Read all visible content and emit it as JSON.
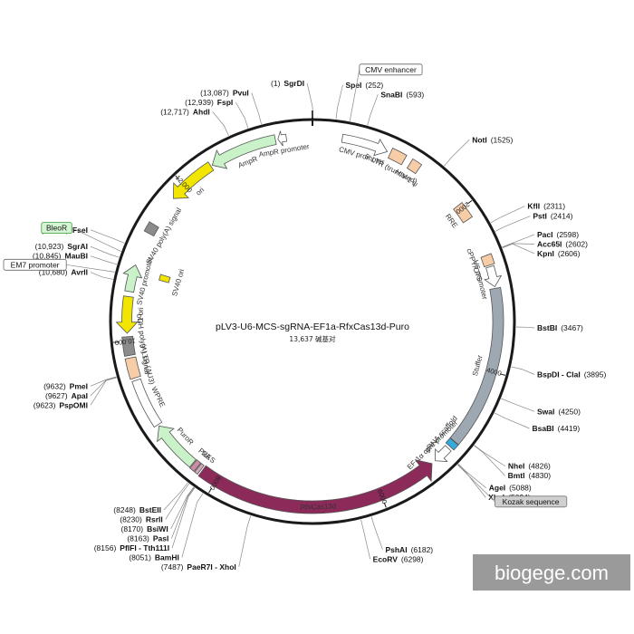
{
  "plasmid": {
    "name": "pLV3-U6-MCS-sgRNA-EF1a-RfxCas13d-Puro",
    "size_label": "13,637 碱基对",
    "total_bp": 13637
  },
  "watermark": "biogege.com",
  "colors": {
    "backbone": "#1a1a1a",
    "rfxcas13d": "#8c2a5a",
    "ampr": "#c9f2c9",
    "puror": "#c9f2c9",
    "stuffer": "#9ea8b3",
    "ori": "#f2e600",
    "promoter": "#ffffff",
    "ltr_box": "#f7cda8",
    "grey_box": "#8c8c8c",
    "scaffold": "#33aadd"
  },
  "ticks": [
    {
      "bp": 2000,
      "label": "2000"
    },
    {
      "bp": 4000,
      "label": "4000"
    },
    {
      "bp": 6000,
      "label": "6000"
    },
    {
      "bp": 8000,
      "label": "8000"
    },
    {
      "bp": 10000,
      "label": "10,000"
    },
    {
      "bp": 12000,
      "label": "12,000"
    }
  ],
  "sites": [
    {
      "name": "SgrDI",
      "pos": "(1)",
      "bp": 1,
      "side": "left"
    },
    {
      "name": "SpeI",
      "pos": "(252)",
      "bp": 252,
      "side": "right"
    },
    {
      "name": "SnaBI",
      "pos": "(593)",
      "bp": 593,
      "side": "right"
    },
    {
      "name": "NotI",
      "pos": "(1525)",
      "bp": 1525,
      "side": "right"
    },
    {
      "name": "KflI",
      "pos": "(2311)",
      "bp": 2311,
      "side": "right"
    },
    {
      "name": "PstI",
      "pos": "(2414)",
      "bp": 2414,
      "side": "right"
    },
    {
      "name": "PacI",
      "pos": "(2598)",
      "bp": 2598,
      "side": "right"
    },
    {
      "name": "Acc65I",
      "pos": "(2602)",
      "bp": 2602,
      "side": "right"
    },
    {
      "name": "KpnI",
      "pos": "(2606)",
      "bp": 2606,
      "side": "right"
    },
    {
      "name": "BstBI",
      "pos": "(3467)",
      "bp": 3467,
      "side": "right"
    },
    {
      "name": "BspDI - ClaI",
      "pos": "(3895)",
      "bp": 3895,
      "side": "right"
    },
    {
      "name": "SwaI",
      "pos": "(4250)",
      "bp": 4250,
      "side": "right"
    },
    {
      "name": "BsaBI",
      "pos": "(4419)",
      "bp": 4419,
      "side": "right"
    },
    {
      "name": "NheI",
      "pos": "(4826)",
      "bp": 4826,
      "side": "right"
    },
    {
      "name": "BmtI",
      "pos": "(4830)",
      "bp": 4830,
      "side": "right"
    },
    {
      "name": "AgeI",
      "pos": "(5088)",
      "bp": 5088,
      "side": "right"
    },
    {
      "name": "XbaI",
      "pos": "(5094)",
      "bp": 5094,
      "side": "right"
    },
    {
      "name": "PshAI",
      "pos": "(6182)",
      "bp": 6182,
      "side": "right"
    },
    {
      "name": "EcoRV",
      "pos": "(6298)",
      "bp": 6298,
      "side": "right"
    },
    {
      "name": "PaeR7I - XhoI",
      "pos": "(7487)",
      "bp": 7487,
      "side": "left"
    },
    {
      "name": "BamHI",
      "pos": "(8051)",
      "bp": 8051,
      "side": "left"
    },
    {
      "name": "PflFI - Tth111I",
      "pos": "(8156)",
      "bp": 8156,
      "side": "left"
    },
    {
      "name": "PasI",
      "pos": "(8163)",
      "bp": 8163,
      "side": "left"
    },
    {
      "name": "BsiWI",
      "pos": "(8170)",
      "bp": 8170,
      "side": "left"
    },
    {
      "name": "RsrII",
      "pos": "(8230)",
      "bp": 8230,
      "side": "left"
    },
    {
      "name": "BstEII",
      "pos": "(8248)",
      "bp": 8248,
      "side": "left"
    },
    {
      "name": "PspOMI",
      "pos": "(9623)",
      "bp": 9623,
      "side": "left"
    },
    {
      "name": "ApaI",
      "pos": "(9627)",
      "bp": 9627,
      "side": "left"
    },
    {
      "name": "PmeI",
      "pos": "(9632)",
      "bp": 9632,
      "side": "left"
    },
    {
      "name": "AvrII",
      "pos": "(10,680)",
      "bp": 10680,
      "side": "left"
    },
    {
      "name": "MauBI",
      "pos": "(10,845)",
      "bp": 10845,
      "side": "left"
    },
    {
      "name": "SgrAI",
      "pos": "(10,923)",
      "bp": 10923,
      "side": "left"
    },
    {
      "name": "FseI",
      "pos": "(11,085)",
      "bp": 11085,
      "side": "left"
    },
    {
      "name": "AhdI",
      "pos": "(12,717)",
      "bp": 12717,
      "side": "left"
    },
    {
      "name": "FspI",
      "pos": "(12,939)",
      "bp": 12939,
      "side": "left"
    },
    {
      "name": "PvuI",
      "pos": "(13,087)",
      "bp": 13087,
      "side": "left"
    }
  ],
  "boxed_labels": [
    {
      "text": "CMV enhancer",
      "bp": 400,
      "style": "white"
    },
    {
      "text": "BleoR",
      "bp": 10990,
      "style": "green"
    },
    {
      "text": "EM7 promoter",
      "bp": 10760,
      "style": "white"
    },
    {
      "text": "Kozak sequence",
      "bp": 5100,
      "style": "grey"
    }
  ],
  "features": [
    {
      "label": "AmpR",
      "start": 12400,
      "end": 13200,
      "kind": "arc",
      "radius": 205,
      "width": 11,
      "dir": -1,
      "color": "#c9f2c9"
    },
    {
      "label": "AmpR promoter",
      "start": 13230,
      "end": 13330,
      "kind": "arc",
      "radius": 205,
      "width": 8,
      "dir": -1,
      "color": "#ffffff"
    },
    {
      "label": "CMV promoter",
      "start": 350,
      "end": 900,
      "kind": "arc",
      "radius": 205,
      "width": 9,
      "dir": 1,
      "color": "#ffffff"
    },
    {
      "label": "5' LTR (truncated)",
      "start": 940,
      "end": 1120,
      "kind": "box",
      "radius": 205,
      "width": 12,
      "color": "#f7cda8"
    },
    {
      "label": "HIV-1 ψ",
      "start": 1200,
      "end": 1320,
      "kind": "box",
      "radius": 205,
      "width": 12,
      "color": "#f7cda8"
    },
    {
      "label": "RRE",
      "start": 1950,
      "end": 2150,
      "kind": "box",
      "radius": 205,
      "width": 12,
      "color": "#f7cda8"
    },
    {
      "label": "cPPT/CTS",
      "start": 2620,
      "end": 2740,
      "kind": "box",
      "radius": 205,
      "width": 12,
      "color": "#f7cda8"
    },
    {
      "label": "U6 promoter",
      "start": 2760,
      "end": 3000,
      "kind": "arc",
      "radius": 205,
      "width": 9,
      "dir": 1,
      "color": "#ffffff"
    },
    {
      "label": "Stuffer",
      "start": 3020,
      "end": 4930,
      "kind": "box",
      "radius": 205,
      "width": 12,
      "color": "#9ea8b3"
    },
    {
      "label": "gRNA scaffold",
      "start": 4935,
      "end": 5010,
      "kind": "box",
      "radius": 205,
      "width": 12,
      "color": "#33aadd"
    },
    {
      "label": "EF-1α core promoter",
      "start": 5040,
      "end": 5250,
      "kind": "arc",
      "radius": 205,
      "width": 9,
      "dir": 1,
      "color": "#ffffff"
    },
    {
      "label": "RfxCas13d",
      "start": 5300,
      "end": 8200,
      "kind": "arc",
      "radius": 205,
      "width": 14,
      "dir": -1,
      "color": "#8c2a5a"
    },
    {
      "label": "NES",
      "start": 8220,
      "end": 8260,
      "kind": "box",
      "radius": 205,
      "width": 12,
      "color": "#d7a9b9"
    },
    {
      "label": "P2A",
      "start": 8270,
      "end": 8330,
      "kind": "box",
      "radius": 205,
      "width": 12,
      "color": "#c98ea3"
    },
    {
      "label": "PuroR",
      "start": 8340,
      "end": 8930,
      "kind": "arc",
      "radius": 205,
      "width": 11,
      "dir": 1,
      "color": "#c9f2c9"
    },
    {
      "label": "WPRE",
      "start": 8950,
      "end": 9530,
      "kind": "box",
      "radius": 205,
      "width": 10,
      "color": "#ffffff"
    },
    {
      "label": "3' LTR (ΔU3)",
      "start": 9560,
      "end": 9800,
      "kind": "box",
      "radius": 205,
      "width": 12,
      "color": "#f7cda8"
    },
    {
      "label": "bGH poly(A) signal",
      "start": 9830,
      "end": 10050,
      "kind": "box",
      "radius": 205,
      "width": 12,
      "color": "#8c8c8c"
    },
    {
      "label": "f1 ori",
      "start": 10090,
      "end": 10520,
      "kind": "arc",
      "radius": 205,
      "width": 11,
      "dir": -1,
      "color": "#f2e600"
    },
    {
      "label": "SV40 promoter",
      "start": 10580,
      "end": 10900,
      "kind": "arc",
      "radius": 205,
      "width": 10,
      "dir": 1,
      "color": "#c9f2c9"
    },
    {
      "label": "SV40 poly(A) signal",
      "start": 11300,
      "end": 11420,
      "kind": "box",
      "radius": 205,
      "width": 12,
      "color": "#8c8c8c"
    },
    {
      "label": "ori",
      "start": 11800,
      "end": 12380,
      "kind": "arc",
      "radius": 205,
      "width": 11,
      "dir": -1,
      "color": "#f2e600"
    },
    {
      "label": "SV40 ori",
      "start": 10800,
      "end": 10880,
      "kind": "inner-box",
      "radius": 170,
      "width": 11,
      "color": "#f2e600"
    }
  ]
}
